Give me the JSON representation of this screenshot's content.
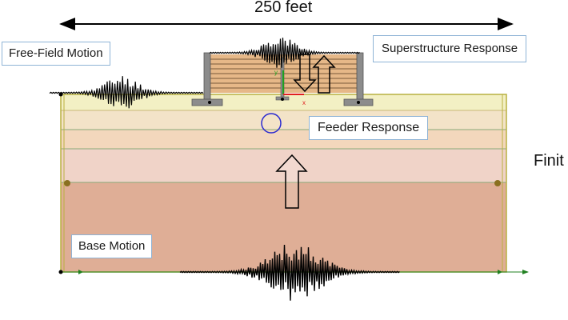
{
  "dimension": {
    "text": "250 feet"
  },
  "labels": {
    "free_field": "Free-Field Motion",
    "superstructure": "Superstructure Response",
    "feeder": "Feeder Response",
    "base": "Base Motion"
  },
  "side_text": "Finit",
  "axis_markers": {
    "x": "x",
    "y": "y"
  },
  "colors": {
    "layer_1": "#f3f0c4",
    "layer_2": "#f3e3c8",
    "layer_3": "#f3d7bc",
    "layer_4": "#f0d3c8",
    "layer_5": "#dfae96",
    "building": "#e6b888",
    "wall": "#8c8c8c",
    "frame": "#c8c060",
    "circle": "#2a2ad0",
    "seismogram": "#000000",
    "axis_x": "#e02020",
    "axis_y": "#20a020"
  }
}
